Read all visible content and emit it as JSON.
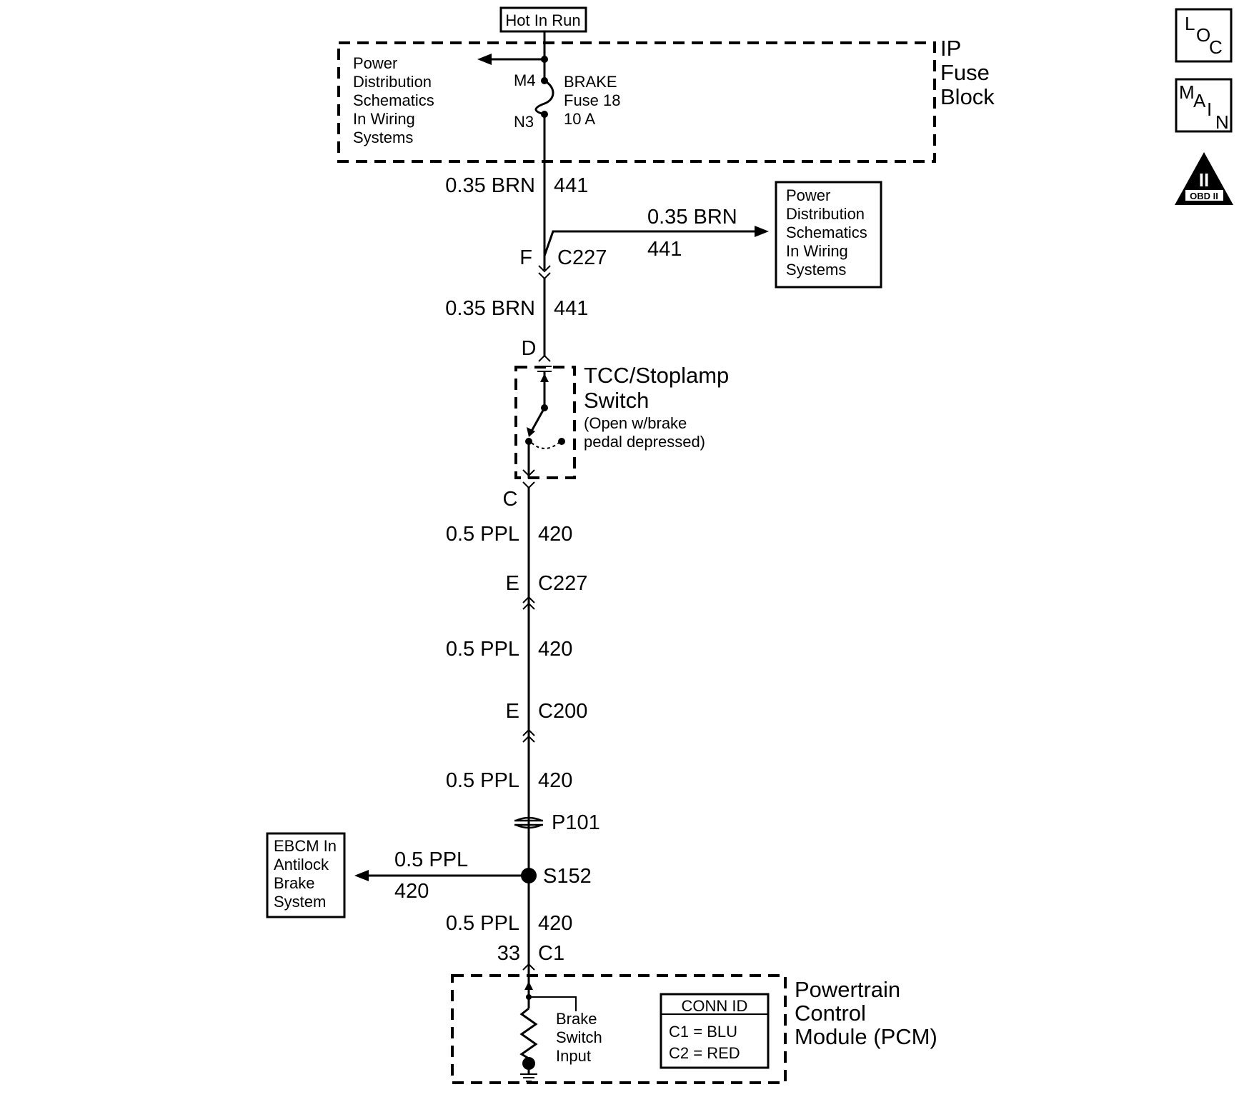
{
  "hot_in_run": "Hot In Run",
  "ip_fuse_block": {
    "title_lines": [
      "IP",
      "Fuse",
      "Block"
    ],
    "power_dist_lines": [
      "Power",
      "Distribution",
      "Schematics",
      "In Wiring",
      "Systems"
    ],
    "fuse_pin_top": "M4",
    "fuse_pin_bottom": "N3",
    "fuse_lines": [
      "BRAKE",
      "Fuse 18",
      "10 A"
    ]
  },
  "wires": {
    "w1_size": "0.35 BRN",
    "w1_circuit": "441",
    "branch_size": "0.35 BRN",
    "branch_circuit": "441",
    "w2_size": "0.35 BRN",
    "w2_circuit": "441",
    "w3_size": "0.5 PPL",
    "w3_circuit": "420",
    "w4_size": "0.5 PPL",
    "w4_circuit": "420",
    "w5_size": "0.5 PPL",
    "w5_circuit": "420",
    "ebcm_size": "0.5 PPL",
    "ebcm_circuit": "420",
    "w6_size": "0.5 PPL",
    "w6_circuit": "420"
  },
  "connectors": {
    "c227_top_pin": "F",
    "c227_top_name": "C227",
    "switch_pin_top": "D",
    "switch_pin_bottom": "C",
    "c227_bottom_pin": "E",
    "c227_bottom_name": "C227",
    "c200_pin": "E",
    "c200_name": "C200",
    "passthrough": "P101",
    "splice": "S152",
    "pcm_pin": "33",
    "pcm_conn": "C1"
  },
  "power_dist_right_lines": [
    "Power",
    "Distribution",
    "Schematics",
    "In Wiring",
    "Systems"
  ],
  "switch": {
    "title_lines": [
      "TCC/Stoplamp",
      "Switch"
    ],
    "note_lines": [
      "(Open w/brake",
      "pedal depressed)"
    ]
  },
  "ebcm_lines": [
    "EBCM In",
    "Antilock",
    "Brake",
    "System"
  ],
  "pcm": {
    "title_lines": [
      "Powertrain",
      "Control",
      "Module (PCM)"
    ],
    "input_lines": [
      "Brake",
      "Switch",
      "Input"
    ],
    "conn_id_title": "CONN ID",
    "conn_c1": "C1  =  BLU",
    "conn_c2": "C2  =  RED"
  },
  "icons": {
    "loc_letters": [
      "L",
      "O",
      "C"
    ],
    "main_letters": [
      "M",
      "A",
      "I",
      "N"
    ],
    "obd_label": "OBD II",
    "obd_numeral": "II"
  }
}
